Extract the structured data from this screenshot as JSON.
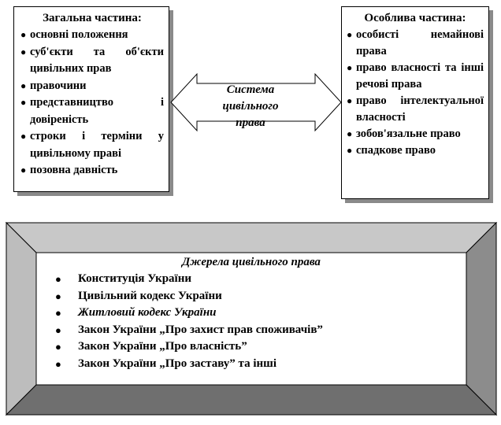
{
  "general": {
    "title": "Загальна частина:",
    "items": [
      "основні положення",
      "суб'єкти та об'єкти цивільних прав",
      "правочини",
      "представництво і довіреність",
      "строки і терміни у цивільному праві",
      "позовна давність"
    ]
  },
  "center": {
    "label": "Система цивільного права"
  },
  "special": {
    "title": "Особлива частина:",
    "items": [
      "особисті немайнові права",
      "право власності та інші речові права",
      "право інтелектуальної власності",
      "зобов'язальне право",
      "спадкове право"
    ]
  },
  "sources": {
    "title": "Джерела цивільного права",
    "items": [
      "Конституція України",
      "Цивільний кодекс України",
      "Житловий кодекс України",
      "Закон України „Про захист прав споживачів”",
      "Закон України „Про власність”",
      "Закон України „Про заставу” та інші"
    ]
  },
  "icons": {
    "bullet": "●",
    "arrow": "double-headed-arrow"
  }
}
